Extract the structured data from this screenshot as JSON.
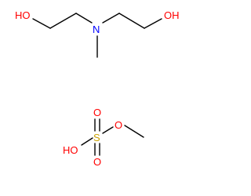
{
  "molecules": [
    {
      "atoms": [
        {
          "id": "o1",
          "label": "HO",
          "color": "#ff0000"
        },
        {
          "id": "n1",
          "label": "N",
          "color": "#0000ff"
        },
        {
          "id": "o2",
          "label": "OH",
          "color": "#ff0000"
        }
      ]
    },
    {
      "atoms": [
        {
          "id": "s1",
          "label": "S",
          "color": "#c8a000"
        },
        {
          "id": "ho",
          "label": "HO",
          "color": "#ff0000"
        },
        {
          "id": "oa",
          "label": "O",
          "color": "#ff0000"
        },
        {
          "id": "ob",
          "label": "O",
          "color": "#ff0000"
        },
        {
          "id": "oc",
          "label": "O",
          "color": "#ff0000"
        }
      ]
    }
  ],
  "colors": {
    "bond": "#000000",
    "oxygen": "#ff0000",
    "nitrogen": "#0000ff",
    "sulfur": "#c8a000"
  }
}
